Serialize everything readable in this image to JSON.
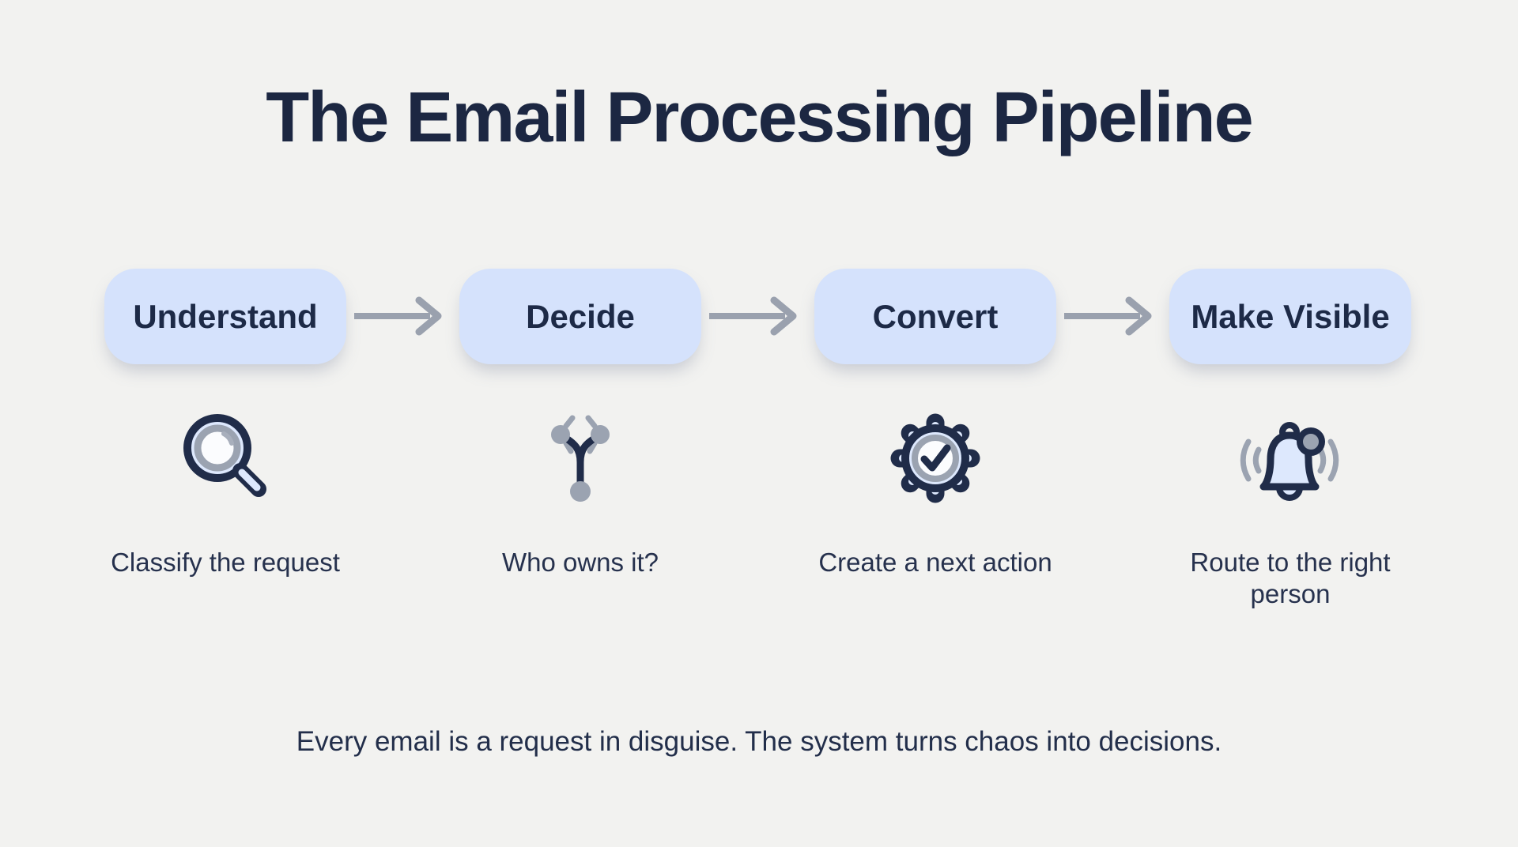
{
  "title": "The Email Processing Pipeline",
  "footer": "Every email is a request in disguise. The system turns chaos into decisions.",
  "colors": {
    "background": "#f2f2f0",
    "box_fill": "#d5e2fc",
    "navy_text": "#1c2742",
    "arrow_gray": "#9aa1ae",
    "icon_gray": "#9ba3b1",
    "icon_fill": "#dde8fd",
    "icon_stroke": "#202c49"
  },
  "stages": [
    {
      "label": "Understand",
      "caption": "Classify the request",
      "icon": "magnifying-glass-icon"
    },
    {
      "label": "Decide",
      "caption": "Who owns it?",
      "icon": "branch-split-icon"
    },
    {
      "label": "Convert",
      "caption": "Create a next action",
      "icon": "gear-check-icon"
    },
    {
      "label": "Make Visible",
      "caption": "Route to the right person",
      "icon": "bell-notification-icon"
    }
  ],
  "connectors": [
    {
      "type": "arrow-right"
    },
    {
      "type": "arrow-right"
    },
    {
      "type": "arrow-right"
    }
  ]
}
